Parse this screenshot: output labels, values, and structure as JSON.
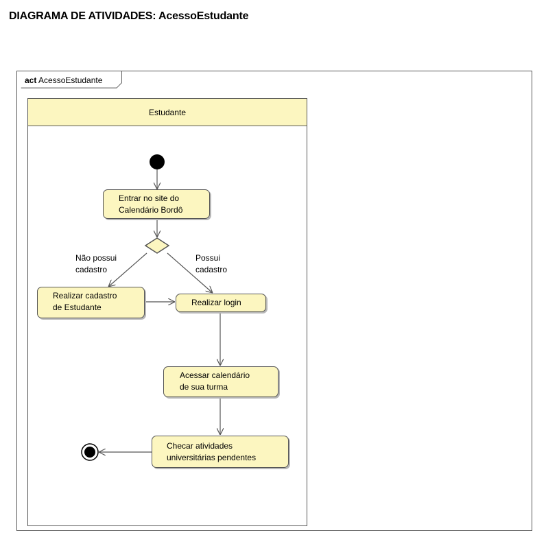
{
  "page": {
    "title": "DIAGRAMA DE ATIVIDADES: AcessoEstudante"
  },
  "frame": {
    "keyword": "act",
    "name": "AcessoEstudante"
  },
  "swimlane": {
    "name": "Estudante"
  },
  "actions": {
    "enter_site": "Entrar no site do\nCalendário Bordô",
    "register": "Realizar cadastro\nde Estudante",
    "login": "Realizar login",
    "access_calendar": "Acessar calendário\nde sua turma",
    "check_activities": "Checar atividades\nuniversitárias pendentes"
  },
  "guards": {
    "no_account": "Não possui\ncadastro",
    "has_account": "Possui\ncadastro"
  },
  "colors": {
    "node_fill": "#fcf6c0",
    "border": "#555555",
    "shadow": "#b7b7b7"
  }
}
